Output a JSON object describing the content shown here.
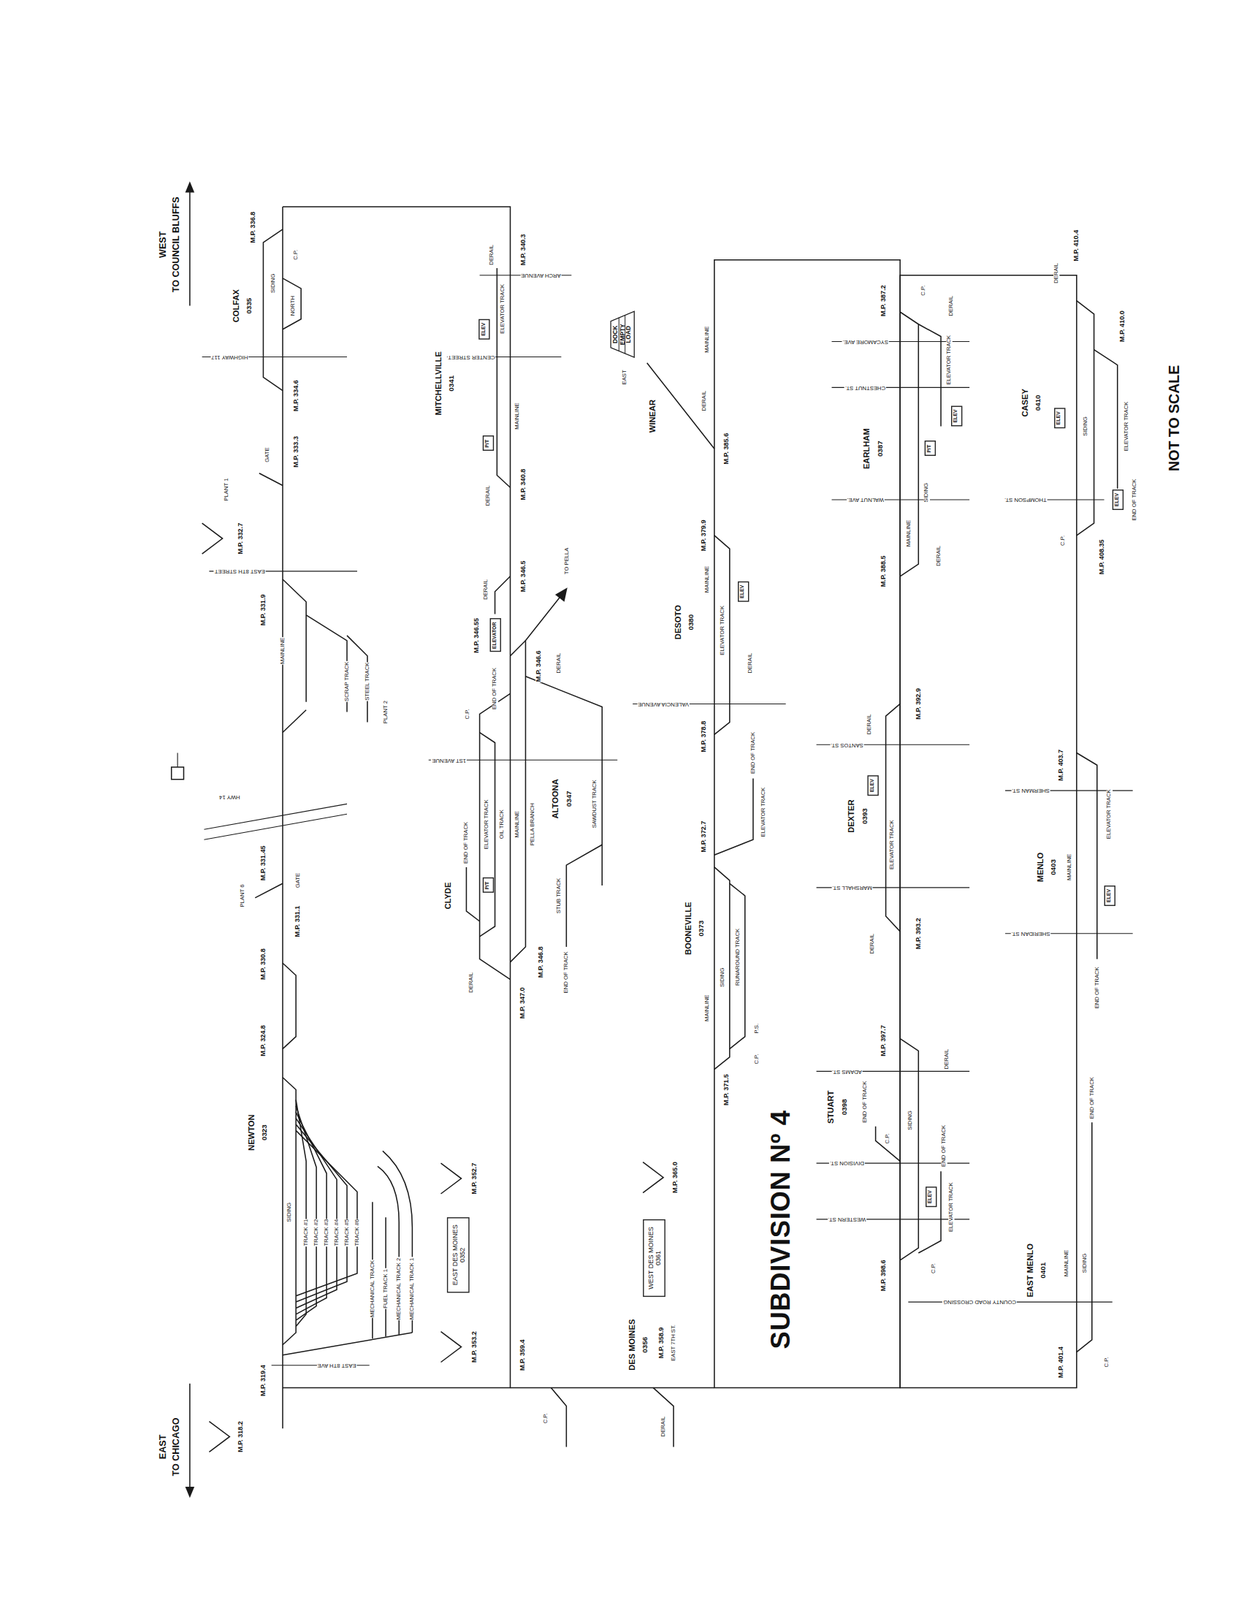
{
  "diagram": {
    "nodes": [
      {
        "text": [
          "EAST DES MOINES",
          "0352"
        ]
      },
      {
        "text": [
          "WEST DES MOINES",
          "0361"
        ]
      },
      {
        "text": [
          "ELEVATOR"
        ]
      },
      {
        "text": [
          "ELEV"
        ]
      },
      {
        "text": [
          "P/T"
        ]
      },
      {
        "text": [
          "P/T"
        ]
      },
      {
        "text": [
          "DOCK",
          "EMPTY",
          "LOAD"
        ]
      },
      {
        "text": [
          "ELEV"
        ]
      },
      {
        "text": [
          "ELEV"
        ]
      },
      {
        "text": [
          "P/T"
        ]
      },
      {
        "text": [
          "ELEV"
        ]
      },
      {
        "text": [
          "ELEV"
        ]
      },
      {
        "text": [
          "ELEV"
        ]
      },
      {
        "text": [
          "ELEV"
        ]
      },
      {
        "text": [
          "ELEV"
        ]
      }
    ],
    "labels": [
      "EAST",
      "TO CHICAGO",
      "WEST",
      "TO COUNCIL BLUFFS",
      "M.P. 318.2",
      "M.P. 319.4",
      "EAST 8TH AVE",
      "NEWTON",
      "0323",
      "SIDING",
      "TRACK #1",
      "TRACK #2",
      "TRACK #3",
      "TRACK #4",
      "TRACK #5",
      "TRACK #6",
      "MECHANICAL TRACK",
      "FUEL TRACK 1",
      "MECHANICAL TRACK 2",
      "MECHANICAL TRACK 1",
      "M.P. 324.8",
      "M.P. 330.8",
      "M.P. 331.1",
      "PLANT 6",
      "M.P. 331.45",
      "GATE",
      "HWY 14",
      "MAINLINE",
      "SCRAP TRACK",
      "STEEL TRACK",
      "PLANT 2",
      "EAST 8TH STREET",
      "M.P. 331.9",
      "M.P. 332.7",
      "PLANT 1",
      "GATE",
      "M.P. 333.3",
      "M.P. 334.6",
      "HIGHWAY 117",
      "COLFAX",
      "0335",
      "SIDING",
      "NORTH",
      "C.P.",
      "M.P. 336.8",
      "M.P. 340.3",
      "ARCH AVENUE",
      "MITCHELLVILLE",
      "0341",
      "ELEVATOR TRACK",
      "MAINLINE",
      "DERAIL",
      "CENTER STREET",
      "DERAIL",
      "M.P. 340.8",
      "M.P. 346.5",
      "DERAIL",
      "END OF TRACK",
      "M.P. 346.55",
      "M.P. 346.6",
      "TO PELLA",
      "C.P.",
      "DERAIL",
      "1ST AVENUE",
      "ELEVATOR TRACK",
      "OIL TRACK",
      "MAINLINE",
      "PELLA BRANCH",
      "ALTOONA",
      "0347",
      "SAWDUST TRACK",
      "STUB TRACK",
      "END OF TRACK",
      "CLYDE",
      "END OF TRACK",
      "M.P. 346.8",
      "M.P. 347.0",
      "DERAIL",
      "M.P. 352.7",
      "M.P. 353.2",
      "M.P. 359.4",
      "C.P.",
      "DES MOINES",
      "0356",
      "M.P. 358.9",
      "EAST 7TH ST.",
      "DERAIL",
      "M.P. 365.0",
      "M.P. 371.5",
      "MAINLINE",
      "SIDING",
      "RUNAROUND TRACK",
      "BOONEVILLE",
      "0373",
      "C.P.",
      "P.S.",
      "M.P. 372.7",
      "ELEVATOR TRACK",
      "END OF TRACK",
      "VALENCIA AVENUE",
      "M.P. 378.8",
      "DESOTO",
      "0380",
      "MAINLINE",
      "ELEVATOR TRACK",
      "DERAIL",
      "M.P. 379.9",
      "M.P. 385.6",
      "WINEAR",
      "DERAIL",
      "MAINLINE",
      "EAST",
      "M.P. 387.2",
      "C.P.",
      "SYCAMORE AVE.",
      "CHESTNUT ST.",
      "WALNUT AVE.",
      "EARLHAM",
      "0387",
      "ELEVATOR TRACK",
      "DERAIL",
      "MAINLINE",
      "SIDING",
      "DERAIL",
      "M.P. 388.5",
      "M.P. 392.9",
      "DERAIL",
      "SANTOS ST.",
      "DEXTER",
      "0393",
      "ELEVATOR TRACK",
      "MARSHALL ST.",
      "DERAIL",
      "M.P. 393.2",
      "M.P. 397.7",
      "DERAIL",
      "ADAMS ST.",
      "STUART",
      "0398",
      "END OF TRACK",
      "C.P.",
      "SIDING",
      "DIVISION ST.",
      "ELEVATOR TRACK",
      "END OF TRACK",
      "WESTERN ST.",
      "C.P.",
      "M.P. 398.6",
      "EAST MENLO",
      "0401",
      "MAINLINE",
      "SIDING",
      "COUNTY ROAD CROSSING",
      "M.P. 401.4",
      "C.P.",
      "END OF TRACK",
      "M.P. 403.7",
      "SHERMAN ST.",
      "MENLO",
      "0403",
      "MAINLINE",
      "ELEVATOR TRACK",
      "SHERIDAN ST.",
      "END OF TRACK",
      "CASEY",
      "0410",
      "SIDING",
      "ELEVATOR TRACK",
      "END OF TRACK",
      "M.P. 408.35",
      "C.P.",
      "THOMPSON ST.",
      "M.P. 410.0",
      "DERAIL",
      "M.P. 410.4",
      "SUBDIVISION Nº 4",
      "NOT TO SCALE"
    ]
  }
}
